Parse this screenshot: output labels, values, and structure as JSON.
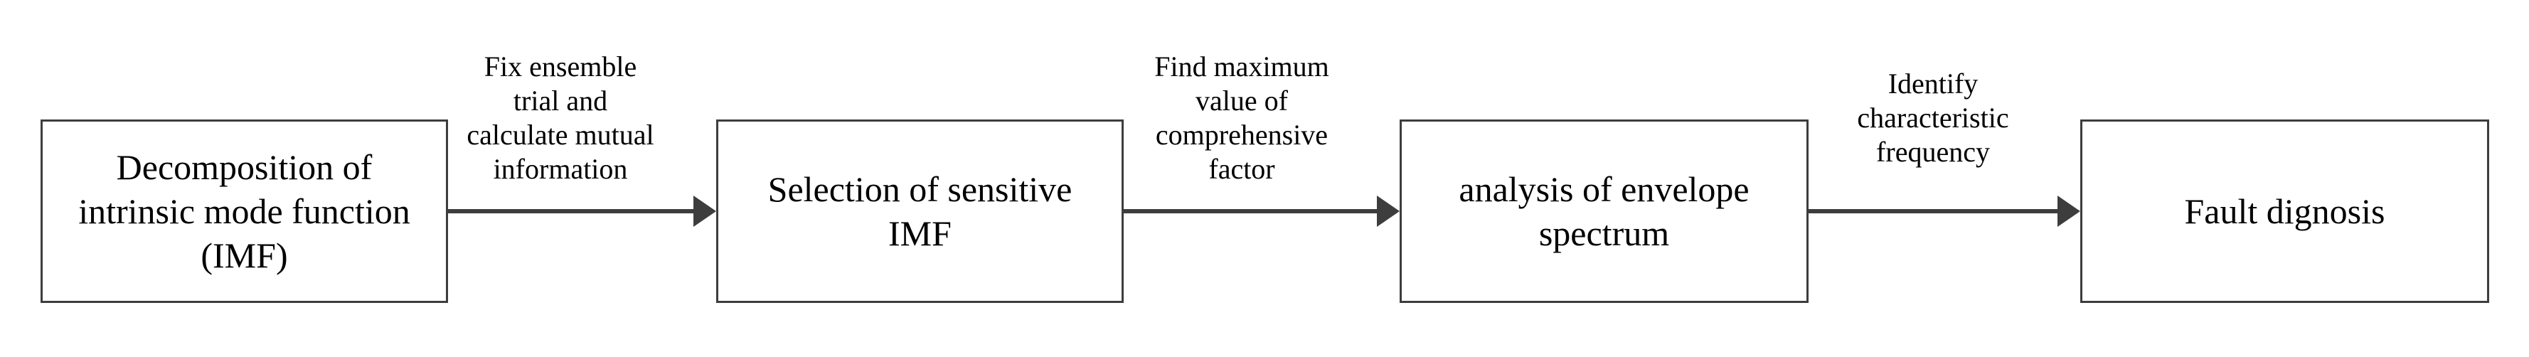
{
  "colors": {
    "stroke": "#3d3d3d",
    "text": "#000000",
    "background": "#ffffff"
  },
  "boxes": [
    {
      "label": "Decomposition of\nintrinsic mode function\n(IMF)"
    },
    {
      "label": "Selection of sensitive\nIMF"
    },
    {
      "label": "analysis of envelope\nspectrum"
    },
    {
      "label": "Fault dignosis"
    }
  ],
  "arrow_labels": [
    {
      "label": "Fix ensemble\ntrial and\ncalculate mutual\ninformation"
    },
    {
      "label": "Find maximum\nvalue of\ncomprehensive\nfactor"
    },
    {
      "label": "Identify\ncharacteristic\nfrequency"
    }
  ]
}
